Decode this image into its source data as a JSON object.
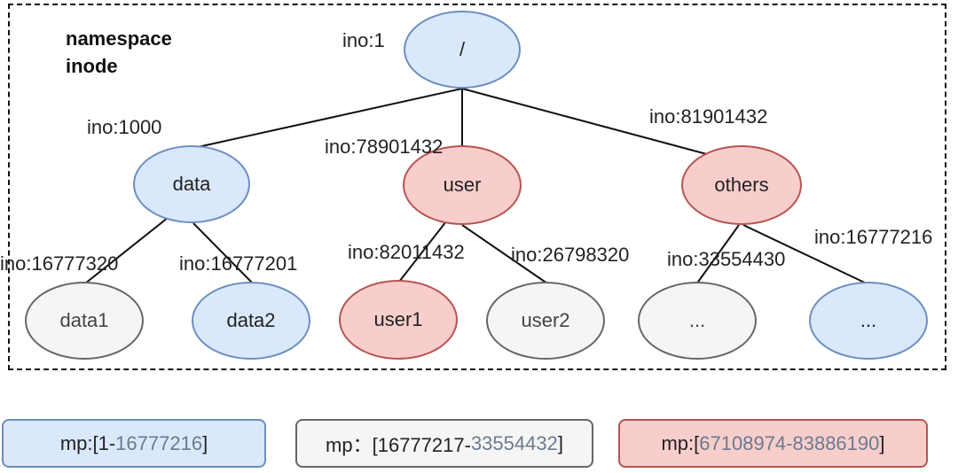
{
  "title": {
    "line1": "namespace",
    "line2": "inode"
  },
  "nodes": {
    "root": {
      "label": "/",
      "ino": "ino:1"
    },
    "data": {
      "label": "data",
      "ino": "ino:1000"
    },
    "user": {
      "label": "user",
      "ino": "ino:78901432"
    },
    "others": {
      "label": "others",
      "ino": "ino:81901432"
    },
    "data1": {
      "label": "data1",
      "ino": "ino:16777320"
    },
    "data2": {
      "label": "data2",
      "ino": "ino:16777201"
    },
    "user1": {
      "label": "user1",
      "ino": "ino:82011432"
    },
    "user2": {
      "label": "user2",
      "ino": "ino:26798320"
    },
    "others1": {
      "label": "...",
      "ino": "ino:33554430"
    },
    "others2": {
      "label": "...",
      "ino": "ino:16777216"
    }
  },
  "legend": [
    {
      "prefix": "mp:[1-",
      "range": "16777216",
      "suffix": "]",
      "color": "#dae8fc",
      "border": "#6c8ebf"
    },
    {
      "prefix": "mp：[16777217-",
      "range": "33554432",
      "suffix": "]",
      "color": "#f5f5f5",
      "border": "#666666"
    },
    {
      "prefix": "mp:[",
      "range": "67108974-83886190",
      "suffix": "]",
      "color": "#f8cecc",
      "border": "#b85450"
    }
  ],
  "colors": {
    "blue": "#dae8fc",
    "red": "#f8cecc",
    "grey": "#f5f5f5"
  }
}
